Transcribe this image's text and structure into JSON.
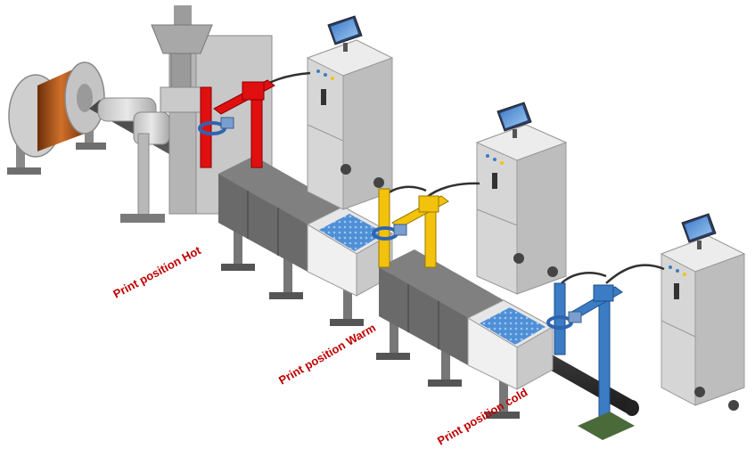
{
  "labels": {
    "hot": "Print position Hot",
    "warm": "Print position Warm",
    "cold": "Print position cold"
  },
  "colors": {
    "label": "#c00000",
    "hot": "#e01010",
    "warm": "#f2c20c",
    "cold": "#3b7cc4",
    "cable": "#303030",
    "housing": "#d4d4d4",
    "trough": "#6a6a6a"
  },
  "icons": [
    "cable-reel-icon",
    "extruder-hopper-icon",
    "printer-controller-icon",
    "print-head-icon",
    "cooling-trough-icon",
    "monitor-icon"
  ]
}
